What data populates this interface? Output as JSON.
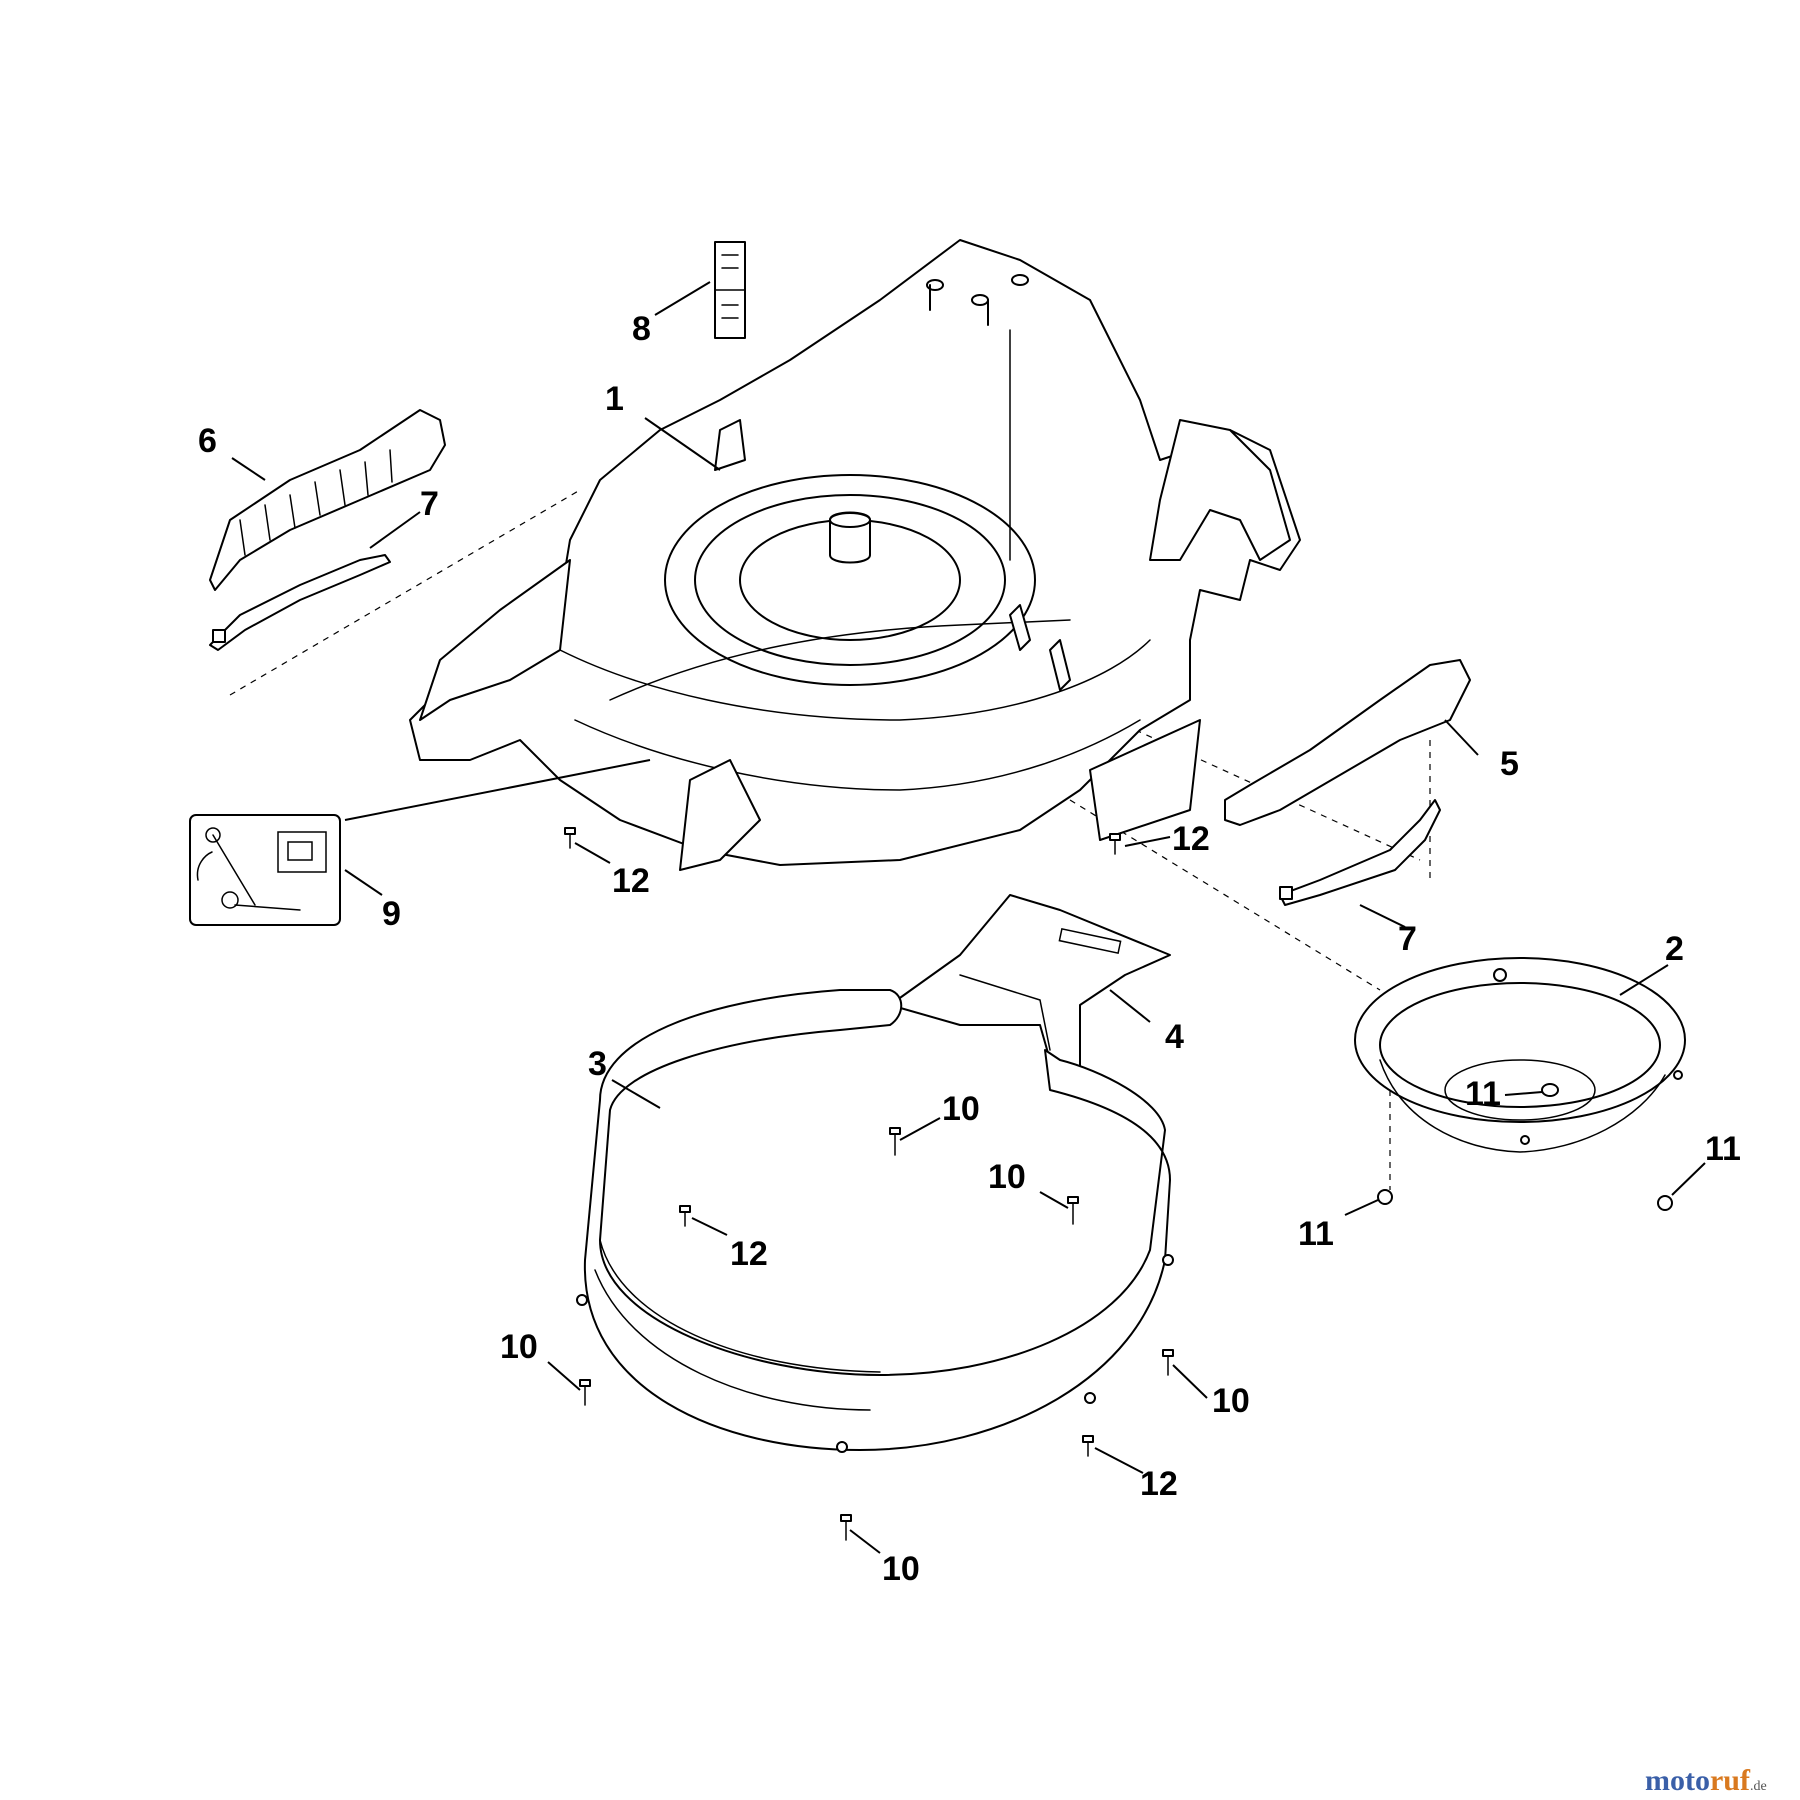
{
  "callouts": {
    "c1": "1",
    "c2": "2",
    "c3": "3",
    "c4": "4",
    "c5": "5",
    "c6": "6",
    "c7a": "7",
    "c7b": "7",
    "c8": "8",
    "c9": "9",
    "c10a": "10",
    "c10b": "10",
    "c10c": "10",
    "c10d": "10",
    "c10e": "10",
    "c11a": "11",
    "c11b": "11",
    "c11c": "11",
    "c12a": "12",
    "c12b": "12",
    "c12c": "12",
    "c12d": "12"
  },
  "watermark": {
    "text_a": "moto",
    "text_b": "ruf",
    "suffix": ".de"
  },
  "colors": {
    "line": "#000000",
    "background": "#ffffff",
    "watermark_blue": "#3a5fa8",
    "watermark_orange": "#d9791f"
  }
}
